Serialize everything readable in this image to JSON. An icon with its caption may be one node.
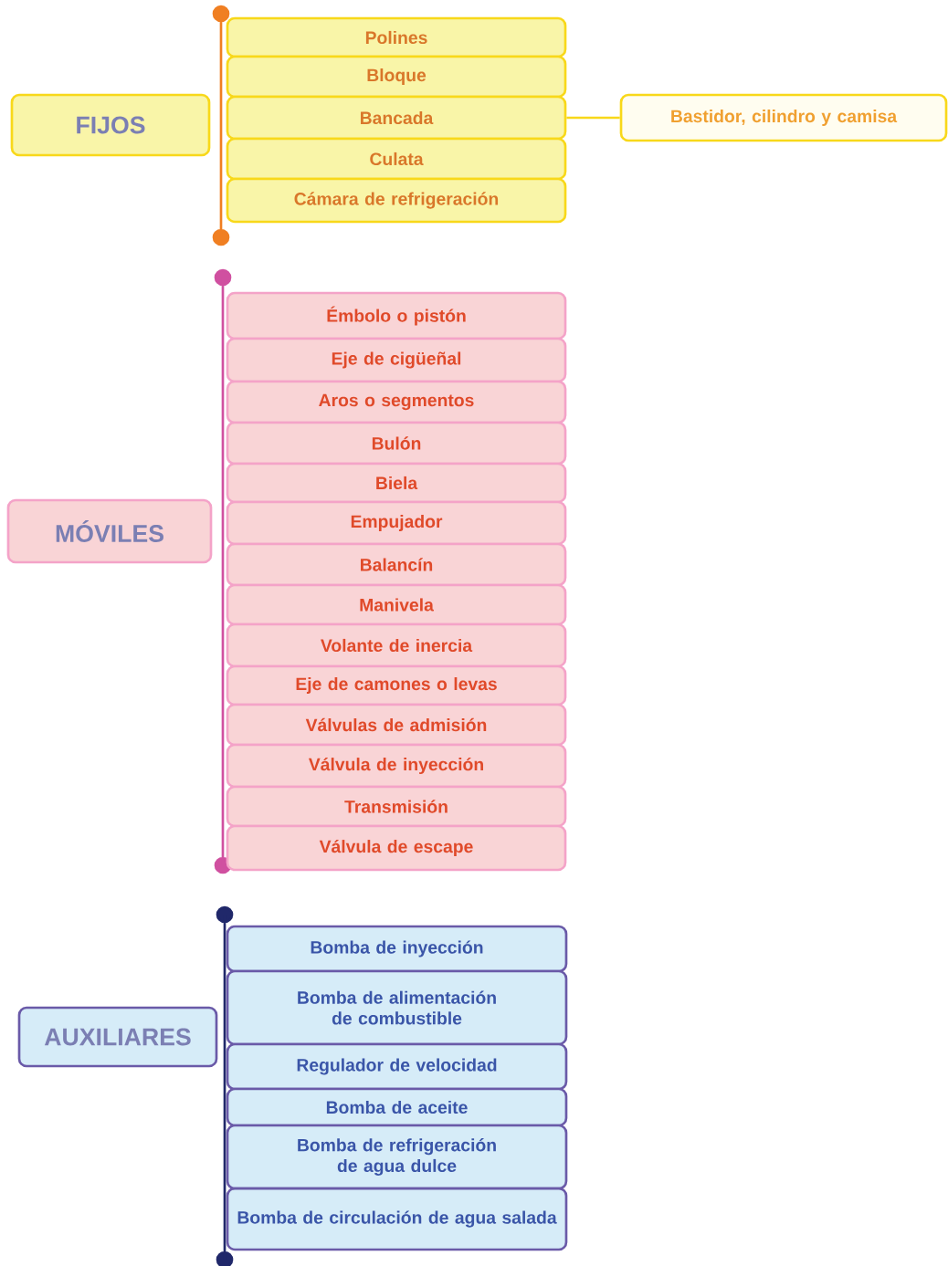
{
  "diagram": {
    "nodes": [
      {
        "text": [
          "FIJOS"
        ]
      },
      {
        "text": [
          "Polines"
        ]
      },
      {
        "text": [
          "Bloque"
        ]
      },
      {
        "text": [
          "Bancada"
        ]
      },
      {
        "text": [
          "Culata"
        ]
      },
      {
        "text": [
          "Cámara de refrigeración"
        ]
      },
      {
        "text": [
          "Bastidor, cilindro y  camisa"
        ]
      },
      {
        "text": [
          "MÓVILES"
        ]
      },
      {
        "text": [
          "Émbolo o pistón"
        ]
      },
      {
        "text": [
          "Eje de cigüeñal"
        ]
      },
      {
        "text": [
          "Aros o segmentos"
        ]
      },
      {
        "text": [
          "Bulón"
        ]
      },
      {
        "text": [
          "Biela"
        ]
      },
      {
        "text": [
          "Empujador"
        ]
      },
      {
        "text": [
          "Balancín"
        ]
      },
      {
        "text": [
          "Manivela"
        ]
      },
      {
        "text": [
          "Volante de inercia"
        ]
      },
      {
        "text": [
          "Eje de camones o levas"
        ]
      },
      {
        "text": [
          "Válvulas de admisión"
        ]
      },
      {
        "text": [
          "Válvula de inyección"
        ]
      },
      {
        "text": [
          "Transmisión"
        ]
      },
      {
        "text": [
          "Válvula de escape"
        ]
      },
      {
        "text": [
          "AUXILIARES"
        ]
      },
      {
        "text": [
          "Bomba de inyección"
        ]
      },
      {
        "text": [
          "Bomba de alimentación de combustible"
        ]
      },
      {
        "text": [
          "Regulador de velocidad"
        ]
      },
      {
        "text": [
          "Bomba de aceite"
        ]
      },
      {
        "text": [
          "Bomba de refrigeración de agua dulce"
        ]
      },
      {
        "text": [
          "Bomba de circulación de agua salada"
        ]
      }
    ],
    "edges": [
      {
        "from": 3,
        "to": 6,
        "arrow": "none"
      }
    ]
  }
}
